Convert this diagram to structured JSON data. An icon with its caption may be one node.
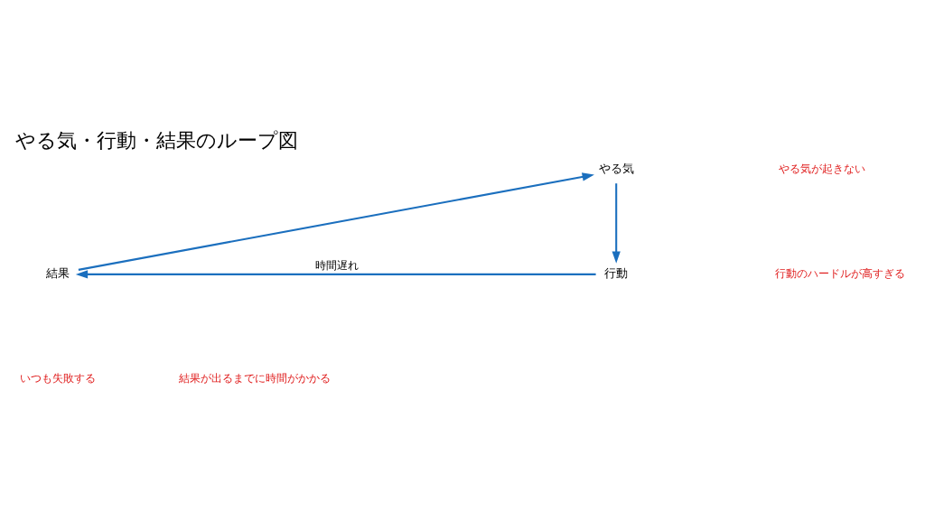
{
  "diagram": {
    "title": "やる気・行動・結果のループ図",
    "nodes": [
      {
        "text": [
          "やる気"
        ]
      },
      {
        "text": [
          "行動"
        ]
      },
      {
        "text": [
          "結果"
        ]
      }
    ],
    "edges": [
      {
        "from": 0,
        "to": 1,
        "arrow": "to"
      },
      {
        "from": 1,
        "to": 2,
        "arrow": "to",
        "label": "時間遅れ"
      },
      {
        "from": 2,
        "to": 0,
        "arrow": "to"
      }
    ],
    "labels": [
      "やる気が起きない",
      "行動のハードルが高すぎる",
      "いつも失敗する",
      "結果が出るまでに時間がかかる"
    ]
  }
}
